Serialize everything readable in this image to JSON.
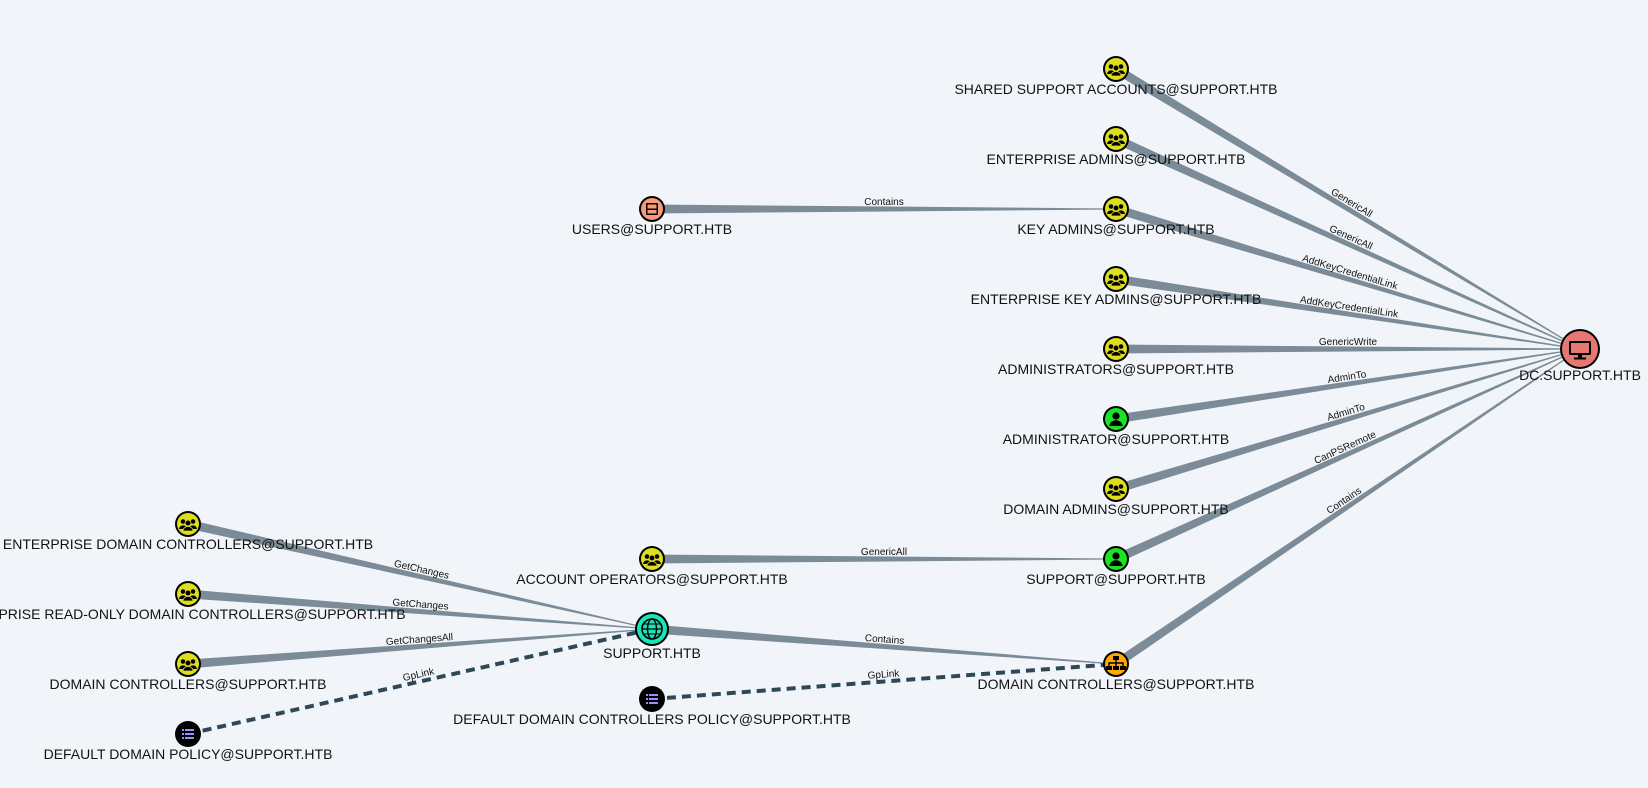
{
  "colors": {
    "background": "#f1f5f9",
    "edge": "#7b8b97",
    "gplink_edge": "#2f4858",
    "group_fill": "#dede1d",
    "user_fill": "#17e625",
    "computer_fill": "#e67873",
    "domain_fill": "#17e6b9",
    "gpo_fill": "#998eff",
    "ou_fill": "#ffaa00",
    "container_fill": "#f79a78",
    "node_border": "#000000"
  },
  "nodes": [
    {
      "id": "shared_support",
      "label": "SHARED SUPPORT ACCOUNTS@SUPPORT.HTB",
      "type": "group",
      "icon": "group-icon"
    },
    {
      "id": "enterprise_admins",
      "label": "ENTERPRISE ADMINS@SUPPORT.HTB",
      "type": "group",
      "icon": "group-icon"
    },
    {
      "id": "users",
      "label": "USERS@SUPPORT.HTB",
      "type": "container",
      "icon": "container-icon"
    },
    {
      "id": "key_admins",
      "label": "KEY ADMINS@SUPPORT.HTB",
      "type": "group",
      "icon": "group-icon"
    },
    {
      "id": "ent_key_admins",
      "label": "ENTERPRISE KEY ADMINS@SUPPORT.HTB",
      "type": "group",
      "icon": "group-icon"
    },
    {
      "id": "administrators",
      "label": "ADMINISTRATORS@SUPPORT.HTB",
      "type": "group",
      "icon": "group-icon"
    },
    {
      "id": "administrator",
      "label": "ADMINISTRATOR@SUPPORT.HTB",
      "type": "user",
      "icon": "user-icon"
    },
    {
      "id": "domain_admins",
      "label": "DOMAIN ADMINS@SUPPORT.HTB",
      "type": "group",
      "icon": "group-icon"
    },
    {
      "id": "support_user",
      "label": "SUPPORT@SUPPORT.HTB",
      "type": "user",
      "icon": "user-icon"
    },
    {
      "id": "dc_ou",
      "label": "DOMAIN CONTROLLERS@SUPPORT.HTB",
      "type": "ou",
      "icon": "ou-icon"
    },
    {
      "id": "dc",
      "label": "DC.SUPPORT.HTB",
      "type": "computer",
      "icon": "computer-icon"
    },
    {
      "id": "ent_dc",
      "label": "ENTERPRISE DOMAIN CONTROLLERS@SUPPORT.HTB",
      "type": "group",
      "icon": "group-icon"
    },
    {
      "id": "ent_ro_dc",
      "label": "TERPRISE READ-ONLY DOMAIN CONTROLLERS@SUPPORT.HTB",
      "type": "group",
      "icon": "group-icon"
    },
    {
      "id": "dc_group",
      "label": "DOMAIN CONTROLLERS@SUPPORT.HTB",
      "type": "group",
      "icon": "group-icon"
    },
    {
      "id": "ddp",
      "label": "DEFAULT DOMAIN POLICY@SUPPORT.HTB",
      "type": "gpo",
      "icon": "gpo-icon"
    },
    {
      "id": "account_operators",
      "label": "ACCOUNT OPERATORS@SUPPORT.HTB",
      "type": "group",
      "icon": "group-icon"
    },
    {
      "id": "domain",
      "label": "SUPPORT.HTB",
      "type": "domain",
      "icon": "domain-icon"
    },
    {
      "id": "ddcp",
      "label": "DEFAULT DOMAIN CONTROLLERS POLICY@SUPPORT.HTB",
      "type": "gpo",
      "icon": "gpo-icon"
    }
  ],
  "edges": [
    {
      "from": "shared_support",
      "to": "dc",
      "label": "GenericAll",
      "style": "solid"
    },
    {
      "from": "enterprise_admins",
      "to": "dc",
      "label": "GenericAll",
      "style": "solid"
    },
    {
      "from": "key_admins",
      "to": "dc",
      "label": "AddKeyCredentialLink",
      "style": "solid"
    },
    {
      "from": "ent_key_admins",
      "to": "dc",
      "label": "AddKeyCredentialLink",
      "style": "solid"
    },
    {
      "from": "administrators",
      "to": "dc",
      "label": "GenericWrite",
      "style": "solid"
    },
    {
      "from": "administrator",
      "to": "dc",
      "label": "AdminTo",
      "style": "solid"
    },
    {
      "from": "domain_admins",
      "to": "dc",
      "label": "AdminTo",
      "style": "solid"
    },
    {
      "from": "support_user",
      "to": "dc",
      "label": "CanPSRemote",
      "style": "solid"
    },
    {
      "from": "dc_ou",
      "to": "dc",
      "label": "Contains",
      "style": "solid"
    },
    {
      "from": "users",
      "to": "key_admins",
      "label": "Contains",
      "style": "solid"
    },
    {
      "from": "account_operators",
      "to": "support_user",
      "label": "GenericAll",
      "style": "solid"
    },
    {
      "from": "domain",
      "to": "dc_ou",
      "label": "Contains",
      "style": "solid"
    },
    {
      "from": "ddcp",
      "to": "dc_ou",
      "label": "GpLink",
      "style": "dashed"
    },
    {
      "from": "ent_dc",
      "to": "domain",
      "label": "GetChanges",
      "style": "solid"
    },
    {
      "from": "ent_ro_dc",
      "to": "domain",
      "label": "GetChanges",
      "style": "solid"
    },
    {
      "from": "dc_group",
      "to": "domain",
      "label": "GetChangesAll",
      "style": "solid"
    },
    {
      "from": "ddp",
      "to": "domain",
      "label": "GpLink",
      "style": "dashed"
    }
  ]
}
